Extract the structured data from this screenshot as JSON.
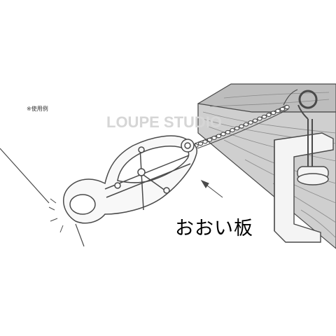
{
  "caption_note": "※使用例",
  "cover_label": "おおい板",
  "watermark": "LOUPE STUDIO",
  "colors": {
    "line": "#4a4a4a",
    "wood": "#c9c9c9",
    "wood_grain": "#8a8a8a",
    "metal_fill": "#f4f4f4",
    "watermark": "#d6d6d6"
  }
}
